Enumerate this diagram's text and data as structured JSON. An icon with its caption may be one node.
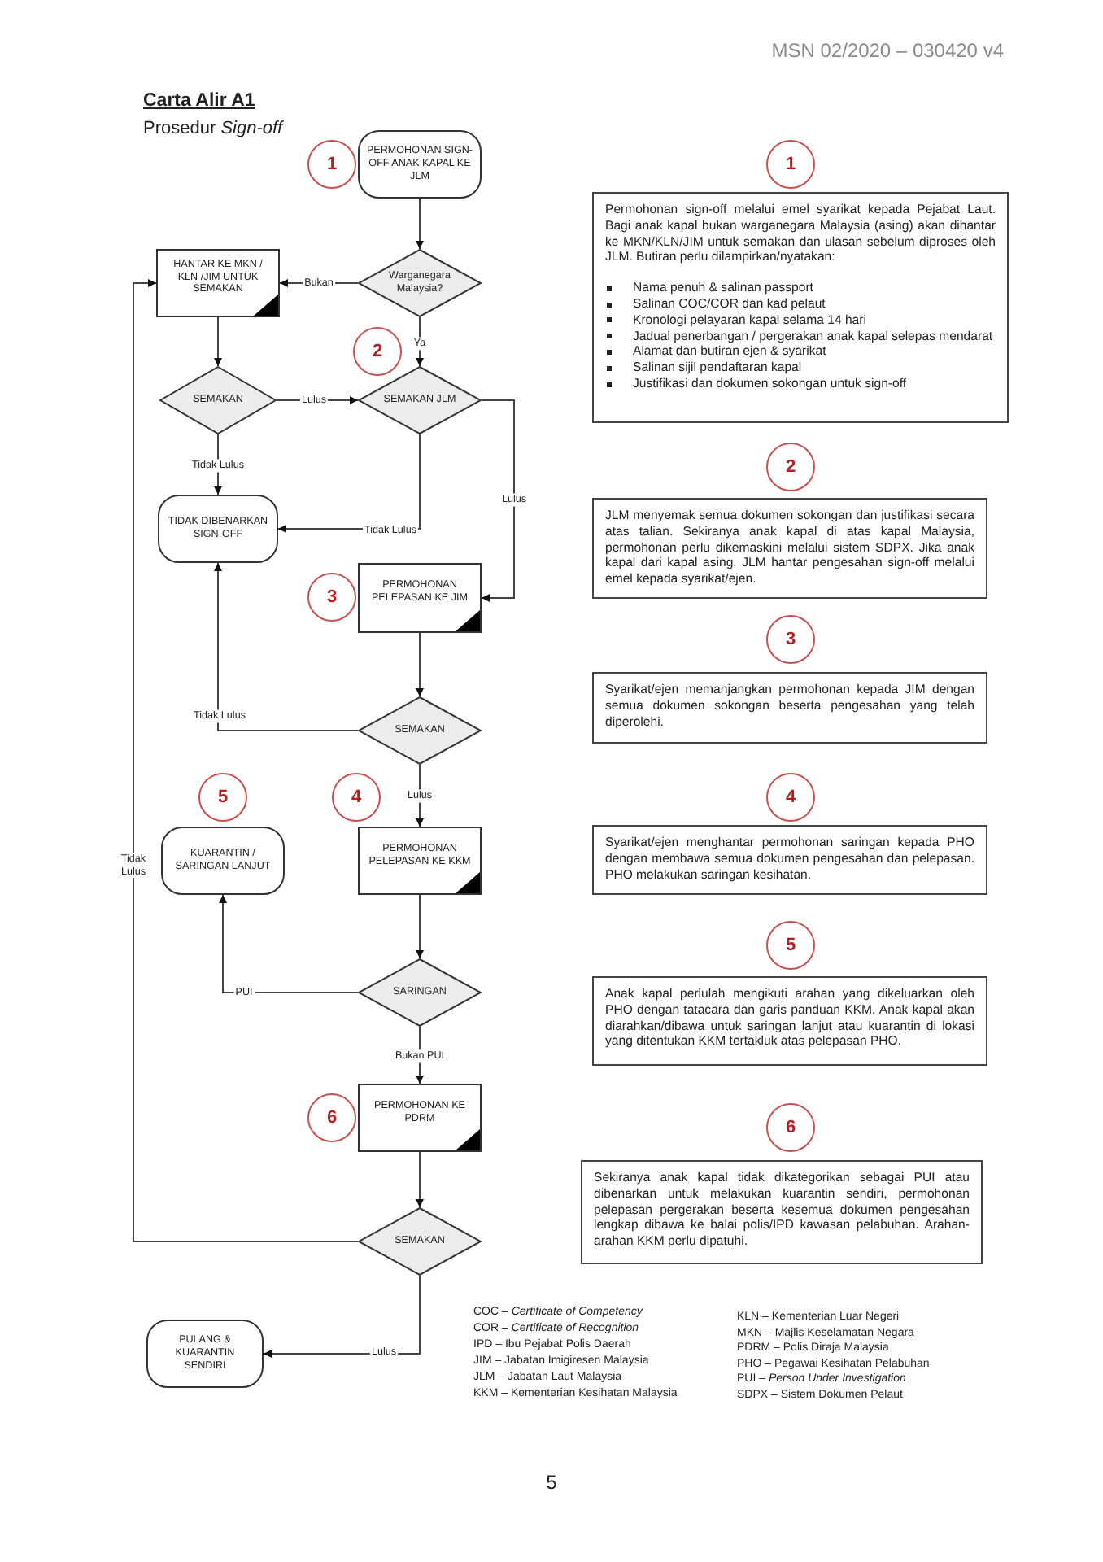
{
  "diagram": {
    "title": "Carta Alir A1",
    "nodes": [
      {
        "text": [
          "1"
        ]
      },
      {
        "text": [
          "PERMOHONAN SIGN-OFF ANAK KAPAL KE JLM"
        ]
      },
      {
        "text": [
          "1"
        ]
      },
      {
        "text": [
          "Permohonan sign-off melalui emel syarikat kepada Pejabat Laut. Bagi anak kapal bukan warganegara Malaysia (asing) akan dihantar ke MKN/KLN/JIM untuk semakan dan ulasan sebelum diproses oleh JLM. Butiran perlu dilampirkan/nyatakan:",
          "Nama penuh & salinan passport",
          "Salinan COC/COR dan kad pelaut",
          "Kronologi pelayaran kapal selama 14 hari",
          "Jadual penerbangan / pergerakan anak kapal selepas mendarat",
          "Alamat dan butiran ejen & syarikat",
          "Salinan sijil pendaftaran kapal",
          "Justifikasi dan dokumen sokongan untuk sign-off"
        ]
      },
      {
        "text": [
          "HANTAR KE MKN / KLN /JIM UNTUK SEMAKAN"
        ]
      },
      {
        "text": [
          "Warganegara Malaysia?"
        ]
      },
      {
        "text": [
          "2"
        ]
      },
      {
        "text": [
          "SEMAKAN"
        ]
      },
      {
        "text": [
          "SEMAKAN JLM"
        ]
      },
      {
        "text": [
          "2"
        ]
      },
      {
        "text": [
          "JLM menyemak semua dokumen sokongan dan justifikasi secara atas talian. Sekiranya anak kapal di atas kapal Malaysia, permohonan perlu dikemaskini melalui sistem SDPX. Jika anak kapal dari kapal asing, JLM hantar pengesahan sign-off melalui emel kepada syarikat/ejen."
        ]
      },
      {
        "text": [
          "TIDAK DIBENARKAN SIGN-OFF"
        ]
      },
      {
        "text": [
          "3"
        ]
      },
      {
        "text": [
          "PERMOHONAN PELEPASAN KE JIM"
        ]
      },
      {
        "text": [
          "3"
        ]
      },
      {
        "text": [
          "Syarikat/ejen memanjangkan permohonan kepada JIM dengan semua dokumen sokongan beserta pengesahan yang telah diperolehi."
        ]
      },
      {
        "text": [
          "SEMAKAN"
        ]
      },
      {
        "text": [
          "5"
        ]
      },
      {
        "text": [
          "4"
        ]
      },
      {
        "text": [
          "4"
        ]
      },
      {
        "text": [
          "KUARANTIN / SARINGAN LANJUT"
        ]
      },
      {
        "text": [
          "PERMOHONAN PELEPASAN KE KKM"
        ]
      },
      {
        "text": [
          "Syarikat/ejen menghantar permohonan saringan kepada PHO dengan membawa semua dokumen pengesahan dan pelepasan. PHO melakukan saringan kesihatan."
        ]
      },
      {
        "text": [
          "5"
        ]
      },
      {
        "text": [
          "Anak kapal perlulah mengikuti arahan yang dikeluarkan oleh PHO dengan tatacara dan garis panduan KKM. Anak kapal akan diarahkan/dibawa untuk saringan lanjut atau kuarantin di lokasi yang ditentukan KKM tertakluk atas pelepasan PHO."
        ]
      },
      {
        "text": [
          "SARINGAN"
        ]
      },
      {
        "text": [
          "6"
        ]
      },
      {
        "text": [
          "PERMOHONAN KE PDRM"
        ]
      },
      {
        "text": [
          "6"
        ]
      },
      {
        "text": [
          "Sekiranya anak kapal tidak dikategorikan sebagai PUI atau dibenarkan untuk melakukan kuarantin sendiri, permohonan pelepasan pergerakan beserta kesemua dokumen pengesahan lengkap dibawa ke balai polis/IPD kawasan pelabuhan. Arahan-arahan KKM perlu dipatuhi."
        ]
      },
      {
        "text": [
          "SEMAKAN"
        ]
      },
      {
        "text": [
          "PULANG & KUARANTIN SENDIRI"
        ]
      }
    ],
    "edges": [
      {
        "from": 1,
        "to": 5,
        "arrow": "to"
      },
      {
        "from": 5,
        "to": 4,
        "arrow": "to",
        "label": "Bukan"
      },
      {
        "from": 5,
        "to": 8,
        "arrow": "to",
        "label": "Ya"
      },
      {
        "from": 4,
        "to": 7,
        "arrow": "to"
      },
      {
        "from": 7,
        "to": 8,
        "arrow": "to",
        "label": "Lulus"
      },
      {
        "from": 7,
        "to": 11,
        "arrow": "to",
        "label": "Tidak Lulus"
      },
      {
        "from": 8,
        "to": 11,
        "arrow": "to",
        "label": "Tidak Lulus"
      },
      {
        "from": 8,
        "to": 13,
        "arrow": "to",
        "label": "Lulus"
      },
      {
        "from": 13,
        "to": 16,
        "arrow": "to"
      },
      {
        "from": 16,
        "to": 11,
        "arrow": "to",
        "label": "Tidak Lulus"
      },
      {
        "from": 16,
        "to": 21,
        "arrow": "to",
        "label": "Lulus"
      },
      {
        "from": 21,
        "to": 25,
        "arrow": "to"
      },
      {
        "from": 25,
        "to": 20,
        "arrow": "to",
        "label": "PUI"
      },
      {
        "from": 25,
        "to": 27,
        "arrow": "to",
        "label": "Bukan PUI"
      },
      {
        "from": 27,
        "to": 30,
        "arrow": "to"
      },
      {
        "from": 30,
        "to": 4,
        "arrow": "to",
        "label": "Tidak Lulus"
      },
      {
        "from": 30,
        "to": 31,
        "arrow": "to",
        "label": "Lulus"
      }
    ],
    "labels": [
      "MSN 02/2020 – 030420 v4",
      "Prosedur *Sign-off*",
      "COC – *Certificate of Competency*",
      "COR – *Certificate of Recognition*",
      "IPD – Ibu Pejabat Polis Daerah",
      "JIM – Jabatan Imigiresen Malaysia",
      "JLM – Jabatan Laut Malaysia",
      "KKM – Kementerian Kesihatan Malaysia",
      "KLN – Kementerian Luar Negeri",
      "MKN – Majlis Keselamatan Negara",
      "PDRM – Polis Diraja Malaysia",
      "PHO – Pegawai Kesihatan Pelabuhan",
      "PUI – *Person Under Investigation*",
      "SDPX – Sistem Dokumen Pelaut",
      "5"
    ]
  }
}
